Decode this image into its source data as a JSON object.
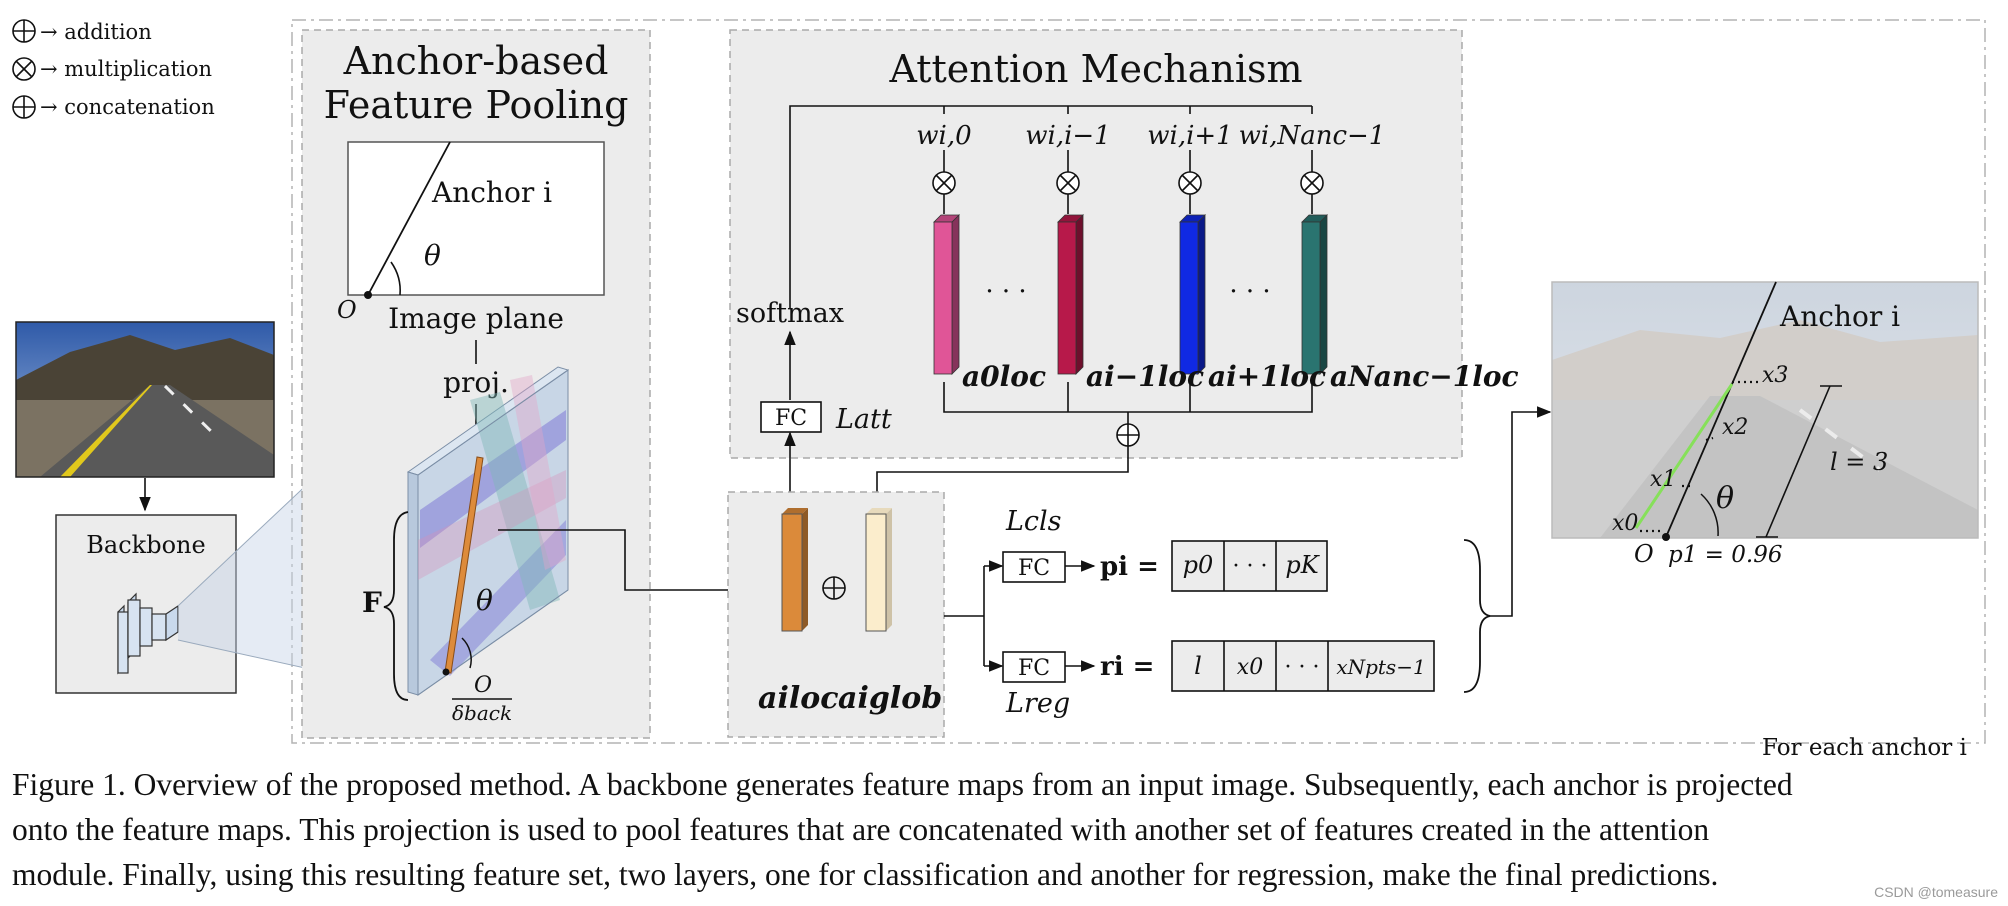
{
  "legend": {
    "addition": "→ addition",
    "multiplication": "→ multiplication",
    "concatenation": "→ concatenation"
  },
  "input": {
    "backbone_label": "Backbone"
  },
  "pooling": {
    "title_line1": "Anchor-based",
    "title_line2": "Feature Pooling",
    "anchor_label": "Anchor i",
    "theta": "θ",
    "origin": "O",
    "image_plane": "Image plane",
    "proj": "proj.",
    "feature_map": "F",
    "delta_origin": "O",
    "delta_back": "δback"
  },
  "attention": {
    "title": "Attention Mechanism",
    "weights": [
      "wi,0",
      "wi,i−1",
      "wi,i+1",
      "wi,Nanc−1"
    ],
    "features": [
      "a0loc",
      "ai−1loc",
      "ai+1loc",
      "aNanc−1loc"
    ],
    "ellipsis": "· · ·",
    "softmax": "softmax",
    "fc": "FC",
    "loss": "Latt",
    "colors": [
      "#e05597",
      "#b7194a",
      "#1029e3",
      "#2a7470"
    ]
  },
  "fusion": {
    "local": "ailoc",
    "global": "aiglob",
    "local_color": "#db8a3a",
    "global_color": "#fbedcc"
  },
  "heads": {
    "cls_loss": "Lcls",
    "reg_loss": "Lreg",
    "fc": "FC",
    "p_label": "pi =",
    "r_label": "ri =",
    "p_cells": [
      "p0",
      "· · ·",
      "pK"
    ],
    "r_cells": [
      "l",
      "x0",
      "· · ·",
      "xNpts−1"
    ]
  },
  "output": {
    "anchor_label": "Anchor i",
    "points": [
      "x0",
      "x1",
      "x2",
      "x3"
    ],
    "theta": "θ",
    "origin": "O",
    "p1": "p1 = 0.96",
    "length": "l = 3"
  },
  "for_each": "For each anchor i",
  "caption": [
    "Figure 1. Overview of the proposed method. A backbone generates feature maps from an input image. Subsequently, each anchor is projected",
    "onto the feature maps. This projection is used to pool features that are concatenated with another set of features created in the attention",
    "module. Finally, using this resulting feature set, two layers, one for classification and another for regression, make the final predictions."
  ],
  "watermark": "CSDN @tomeasure"
}
